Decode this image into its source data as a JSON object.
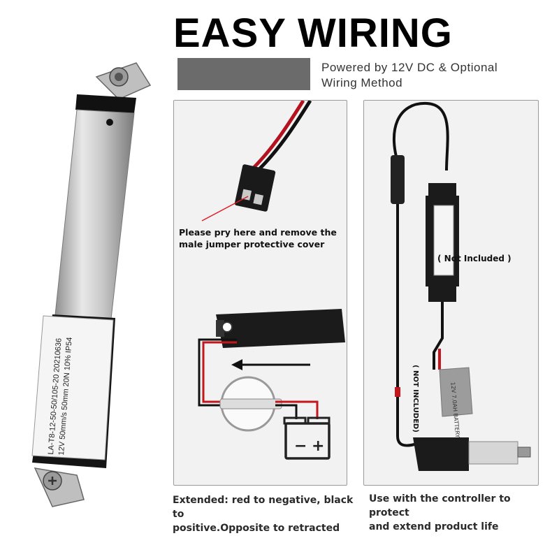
{
  "header": {
    "title": "EASY WIRING",
    "subtitle_line1": "Powered by 12V DC & Optional",
    "subtitle_line2": "Wiring Method"
  },
  "product": {
    "label_line1": "LA-T8-12-50-50/105-20   20210636",
    "label_line2": "12V 50mm/s 50mm 20N 10% IP54"
  },
  "left_panel": {
    "pry_note_line1": "Please pry here and remove the",
    "pry_note_line2": "male jumper protective cover",
    "battery_minus": "−",
    "battery_plus": "+"
  },
  "right_panel": {
    "not_included_controller": "( Not Included )",
    "not_included_battery": "( NOT INCLUDED)",
    "battery_label": "12V 7.0AH BATTERY"
  },
  "captions": {
    "left_line1": "Extended: red to negative, black to",
    "left_line2": "positive.Opposite to retracted",
    "right_line1": "Use with the controller to protect",
    "right_line2": "and extend product life"
  }
}
